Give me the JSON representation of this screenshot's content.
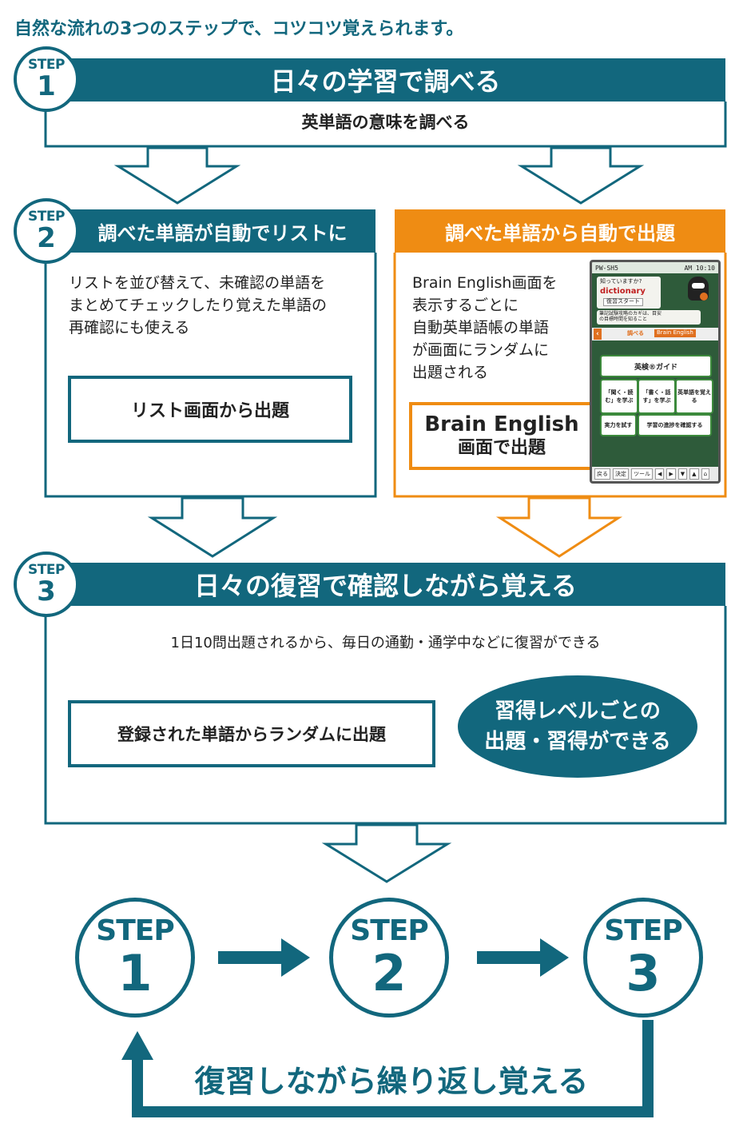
{
  "intro": "自然な流れの3つのステップで、コツコツ覚えられます。",
  "step_word": "STEP",
  "step1": {
    "number": "1",
    "title": "日々の学習で調べる",
    "subtitle": "英単語の意味を調べる"
  },
  "step2": {
    "number": "2",
    "left": {
      "title": "調べた単語が自動でリストに",
      "description": [
        "リストを並び替えて、未確認の単語を",
        "まとめてチェックしたり覚えた単語の",
        "再確認にも使える"
      ],
      "box": "リスト画面から出題"
    },
    "right": {
      "title": "調べた単語から自動で出題",
      "description": [
        "Brain English画面を",
        "表示するごとに",
        "自動英単語帳の単語",
        "が画面にランダムに",
        "出題される"
      ],
      "box": [
        "Brain English",
        "画面で出題"
      ]
    }
  },
  "device": {
    "status_left": "PW-SH5",
    "status_right": "AM 10:10",
    "card_q": "知っていますか?",
    "card_word": "dictionary",
    "card_btn": "復習スタート",
    "note": [
      "筆記試験攻略のカギは、目安",
      "の目標時間を知ること"
    ],
    "nav_label": "調べる",
    "nav_brand": "Brain English",
    "guide": "英検®ガイド",
    "tiles": [
      "「聞く・読む」を学ぶ",
      "「書く・話す」を学ぶ",
      "英単語を覚える",
      "実力を試す",
      "学習の進捗を確認する"
    ],
    "bottom": [
      "戻る",
      "決定",
      "ツール",
      "◀",
      "▶",
      "▼",
      "▲"
    ]
  },
  "step3": {
    "number": "3",
    "title": "日々の復習で確認しながら覚える",
    "description": "1日10問出題されるから、毎日の通勤・通学中などに復習ができる",
    "box": "登録された単語からランダムに出題",
    "oval": [
      "習得レベルごとの",
      "出題・習得ができる"
    ]
  },
  "cycle": {
    "steps": [
      {
        "word": "STEP",
        "number": "1"
      },
      {
        "word": "STEP",
        "number": "2"
      },
      {
        "word": "STEP",
        "number": "3"
      }
    ],
    "caption": "復習しながら繰り返し覚える"
  },
  "colors": {
    "teal": "#12677d",
    "orange": "#ef8c13",
    "device_green": "#2e5b3a"
  }
}
